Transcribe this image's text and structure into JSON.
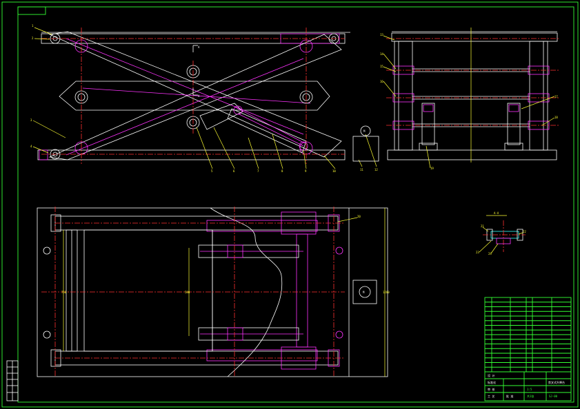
{
  "colors": {
    "background": "#000000",
    "frame": "#33ff33",
    "linework": "#ffffff",
    "hidden_parts": "#ff33ff",
    "centerline": "#ff3030",
    "leader": "#ffff33"
  },
  "views": {
    "front_view": {
      "section_mark_top": "A",
      "section_mark_bottom": "A",
      "part_numbers": [
        "1",
        "2",
        "3",
        "4",
        "5",
        "6",
        "7",
        "8",
        "9",
        "10",
        "11",
        "12"
      ]
    },
    "side_view": {
      "part_numbers": [
        "13",
        "14",
        "15",
        "16",
        "17",
        "18",
        "19"
      ]
    },
    "plan_view": {
      "part_number": "20",
      "motor_symbol": "M",
      "dim_left": "750",
      "dim_center": "580",
      "dim_right": "1200"
    },
    "section_detail": {
      "title": "A-A",
      "part_numbers": [
        "21",
        "22",
        "23",
        "24"
      ]
    },
    "motor_symbol": "M"
  },
  "title_block": {
    "label_a": "设 计",
    "label_b": "标准化",
    "label_c": "审 核",
    "label_d": "工 艺",
    "label_e": "批 准",
    "drawing_name": "剪叉式升降台",
    "scale": "1:5",
    "sheet": "共1张",
    "code": "SJ-00"
  }
}
